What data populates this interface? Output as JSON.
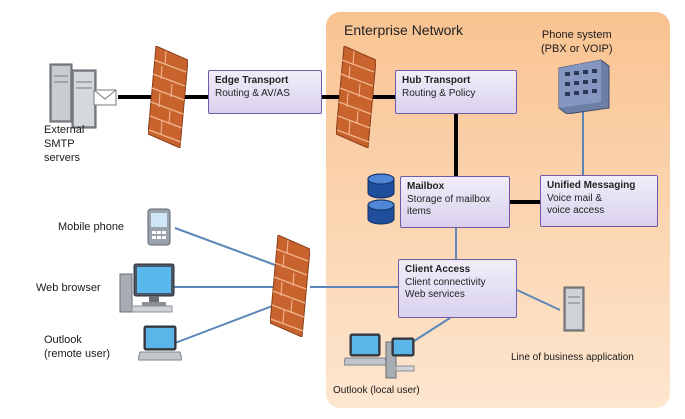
{
  "enterprise_network": {
    "title": "Enterprise Network"
  },
  "roles": {
    "edge_transport": {
      "title": "Edge Transport",
      "desc": "Routing & AV/AS"
    },
    "hub_transport": {
      "title": "Hub Transport",
      "desc": "Routing & Policy"
    },
    "mailbox": {
      "title": "Mailbox",
      "desc": "Storage of mailbox\nitems"
    },
    "unified_messaging": {
      "title": "Unified Messaging",
      "desc": "Voice mail &\nvoice access"
    },
    "client_access": {
      "title": "Client Access",
      "desc": "Client connectivity\nWeb services"
    }
  },
  "endpoints": {
    "external_smtp": {
      "label": "External\nSMTP\nservers"
    },
    "phone_system": {
      "label": "Phone system\n(PBX or VOIP)"
    },
    "mobile_phone": {
      "label": "Mobile phone"
    },
    "web_browser": {
      "label": "Web browser"
    },
    "outlook_remote": {
      "label": "Outlook\n(remote user)"
    },
    "outlook_local": {
      "label": "Outlook (local user)"
    },
    "line_of_business": {
      "label": "Line of business application"
    }
  },
  "colors": {
    "enterprise_bg": "#f9c391",
    "role_border": "#6f5aa8",
    "role_fill": "#ddd5ef",
    "firewall": "#c8632e",
    "link_backbone": "#000000",
    "link_client": "#5b86b8"
  }
}
